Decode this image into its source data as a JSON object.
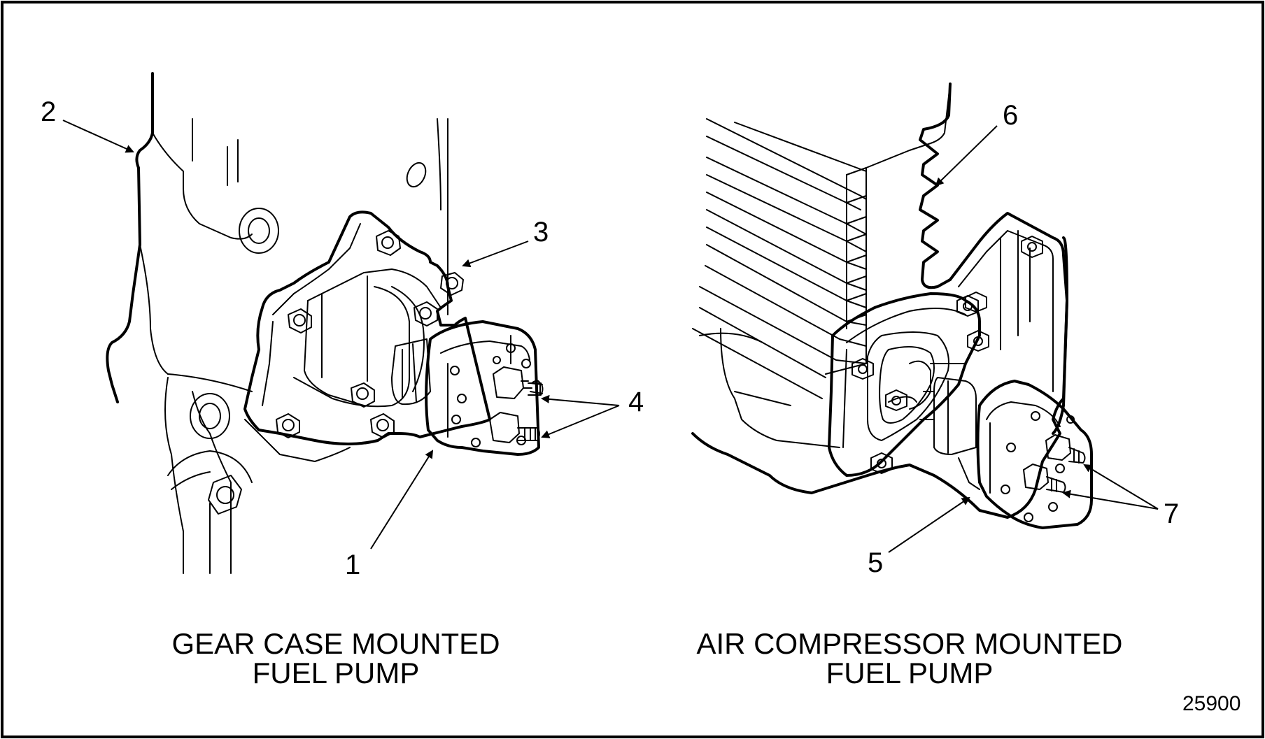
{
  "figure": {
    "left_view": {
      "caption_line1": "GEAR CASE MOUNTED",
      "caption_line2": "FUEL PUMP",
      "callouts": [
        "1",
        "2",
        "3",
        "4"
      ]
    },
    "right_view": {
      "caption_line1": "AIR COMPRESSOR MOUNTED",
      "caption_line2": "FUEL PUMP",
      "callouts": [
        "5",
        "6",
        "7"
      ]
    },
    "figure_number": "25900"
  },
  "colors": {
    "line": "#000000",
    "background": "#ffffff"
  },
  "icons": [
    "arrow-head"
  ]
}
